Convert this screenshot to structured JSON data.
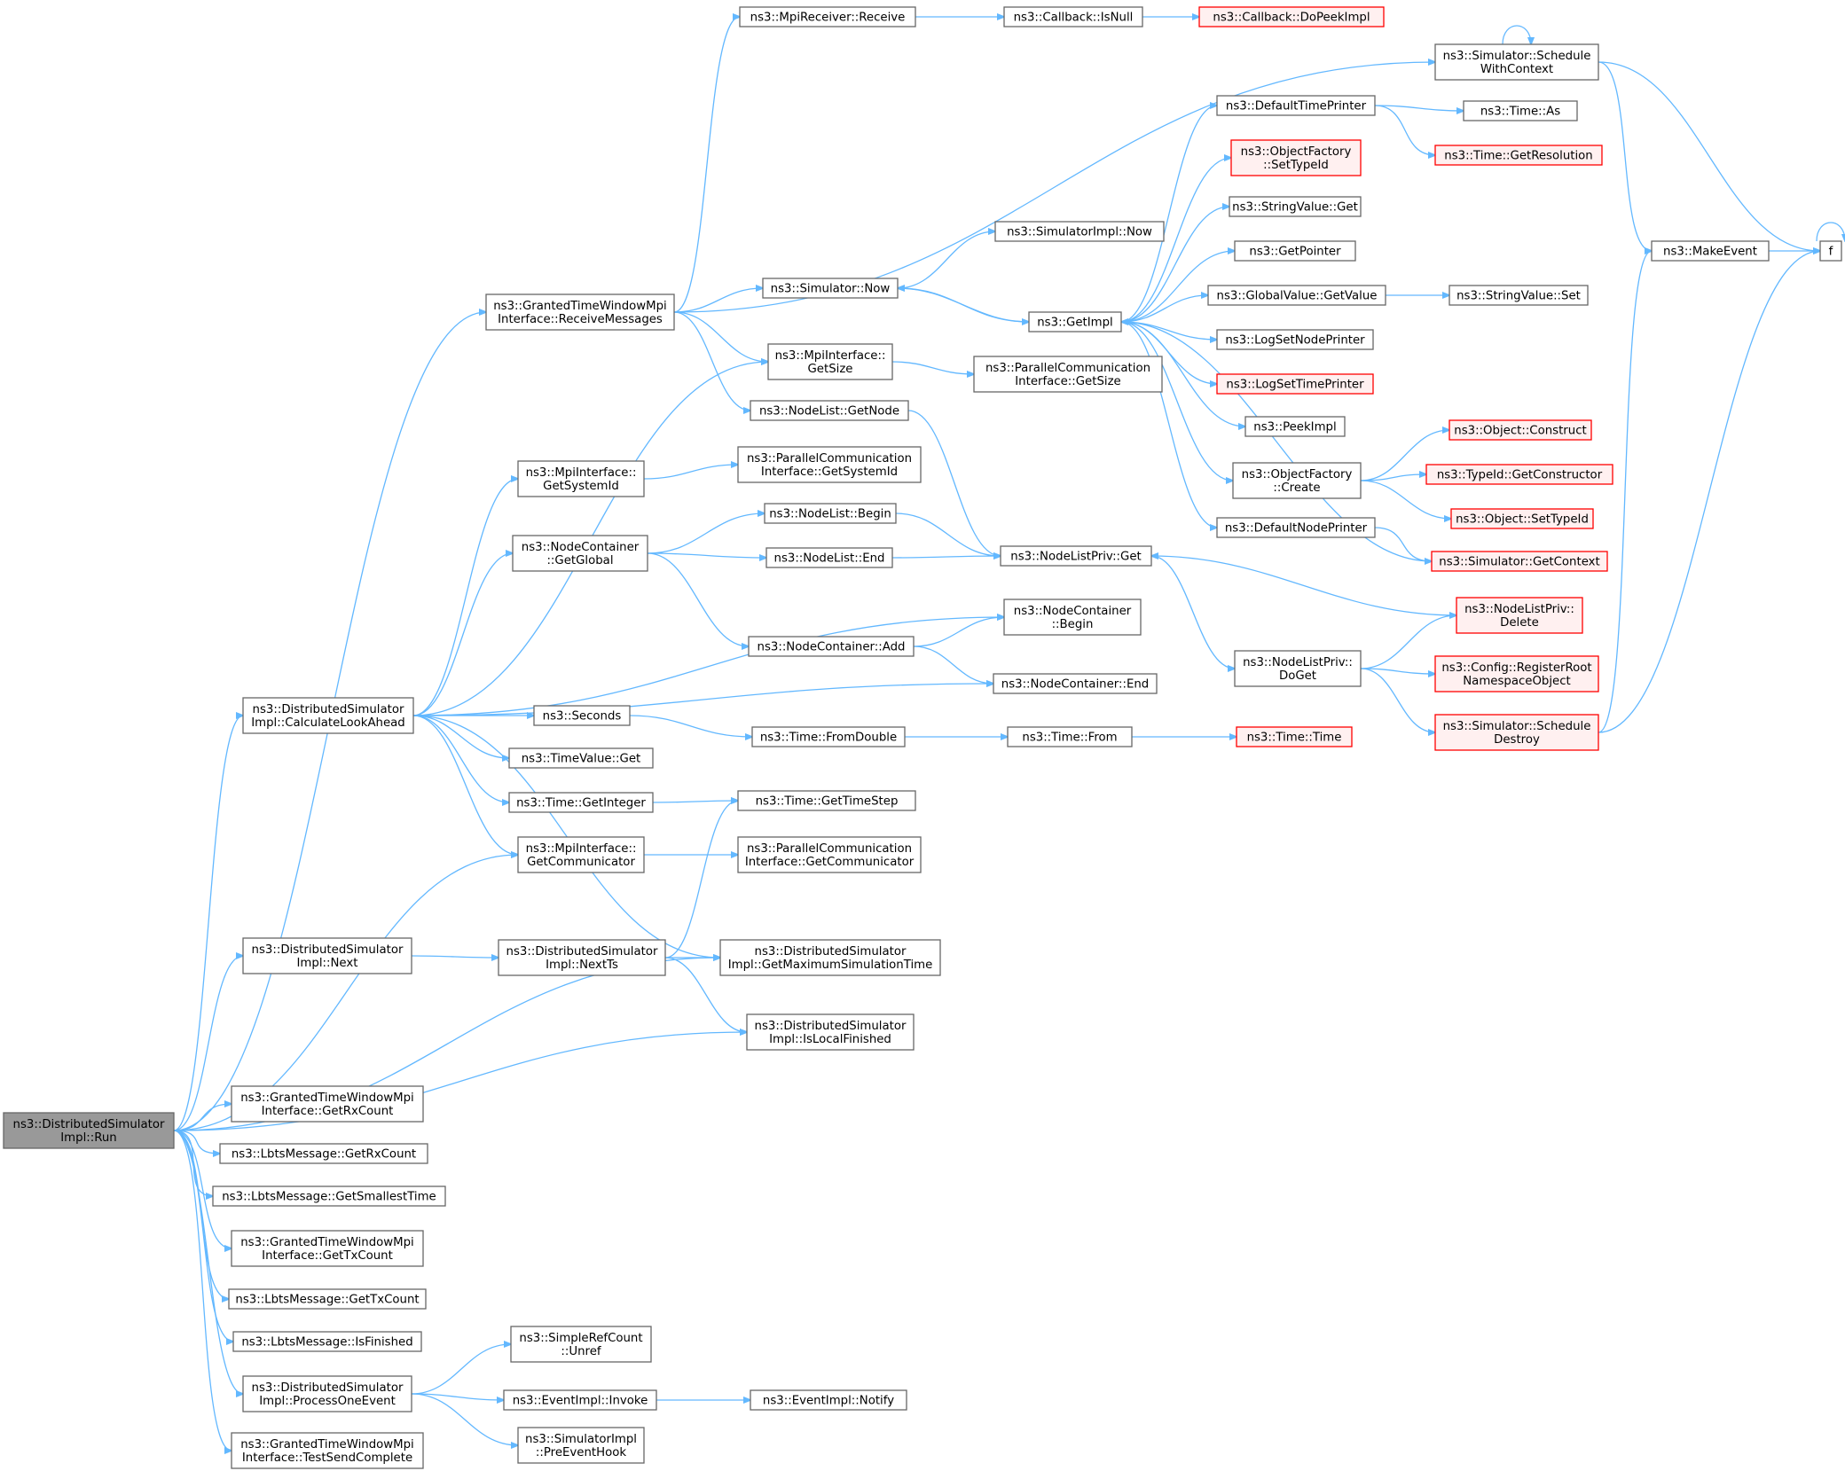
{
  "colors": {
    "edge": "#63b8ff",
    "node_border": "#666666",
    "node_fill": "#ffffff",
    "root_fill": "#999999",
    "root_border": "#666666",
    "undocumented_border": "#ff0000",
    "undocumented_fill": "#fff0f0",
    "text": "#000000"
  },
  "nodes": [
    {
      "id": "run",
      "lines": [
        "ns3::DistributedSimulator",
        "Impl::Run"
      ],
      "style": "root"
    },
    {
      "id": "recvmsgs",
      "lines": [
        "ns3::GrantedTimeWindowMpi",
        "Interface::ReceiveMessages"
      ],
      "style": "normal"
    },
    {
      "id": "calclook",
      "lines": [
        "ns3::DistributedSimulator",
        "Impl::CalculateLookAhead"
      ],
      "style": "normal"
    },
    {
      "id": "next",
      "lines": [
        "ns3::DistributedSimulator",
        "Impl::Next"
      ],
      "style": "normal"
    },
    {
      "id": "getrxcount_gtw",
      "lines": [
        "ns3::GrantedTimeWindowMpi",
        "Interface::GetRxCount"
      ],
      "style": "normal"
    },
    {
      "id": "lbts_getrx",
      "lines": [
        "ns3::LbtsMessage::GetRxCount"
      ],
      "style": "normal"
    },
    {
      "id": "lbts_smallest",
      "lines": [
        "ns3::LbtsMessage::GetSmallestTime"
      ],
      "style": "normal"
    },
    {
      "id": "gettxcount_gtw",
      "lines": [
        "ns3::GrantedTimeWindowMpi",
        "Interface::GetTxCount"
      ],
      "style": "normal"
    },
    {
      "id": "lbts_gettx",
      "lines": [
        "ns3::LbtsMessage::GetTxCount"
      ],
      "style": "normal"
    },
    {
      "id": "lbts_finished",
      "lines": [
        "ns3::LbtsMessage::IsFinished"
      ],
      "style": "normal"
    },
    {
      "id": "processone",
      "lines": [
        "ns3::DistributedSimulator",
        "Impl::ProcessOneEvent"
      ],
      "style": "normal"
    },
    {
      "id": "testsend",
      "lines": [
        "ns3::GrantedTimeWindowMpi",
        "Interface::TestSendComplete"
      ],
      "style": "normal"
    },
    {
      "id": "mpirecv",
      "lines": [
        "ns3::MpiReceiver::Receive"
      ],
      "style": "normal"
    },
    {
      "id": "cb_isnull",
      "lines": [
        "ns3::Callback::IsNull"
      ],
      "style": "normal"
    },
    {
      "id": "cb_dopeek",
      "lines": [
        "ns3::Callback::DoPeekImpl"
      ],
      "style": "undocumented"
    },
    {
      "id": "sched_ctx",
      "lines": [
        "ns3::Simulator::Schedule",
        "WithContext"
      ],
      "style": "normal"
    },
    {
      "id": "sim_now",
      "lines": [
        "ns3::Simulator::Now"
      ],
      "style": "normal"
    },
    {
      "id": "simimpl_now",
      "lines": [
        "ns3::SimulatorImpl::Now"
      ],
      "style": "normal"
    },
    {
      "id": "getimpl",
      "lines": [
        "ns3::GetImpl"
      ],
      "style": "normal"
    },
    {
      "id": "mpi_getsize",
      "lines": [
        "ns3::MpiInterface::",
        "GetSize"
      ],
      "style": "normal"
    },
    {
      "id": "pci_getsize",
      "lines": [
        "ns3::ParallelCommunication",
        "Interface::GetSize"
      ],
      "style": "normal"
    },
    {
      "id": "nl_getnode",
      "lines": [
        "ns3::NodeList::GetNode"
      ],
      "style": "normal"
    },
    {
      "id": "mpi_getsysid",
      "lines": [
        "ns3::MpiInterface::",
        "GetSystemId"
      ],
      "style": "normal"
    },
    {
      "id": "pci_getsysid",
      "lines": [
        "ns3::ParallelCommunication",
        "Interface::GetSystemId"
      ],
      "style": "normal"
    },
    {
      "id": "nc_getglobal",
      "lines": [
        "ns3::NodeContainer",
        "::GetGlobal"
      ],
      "style": "normal"
    },
    {
      "id": "nl_begin",
      "lines": [
        "ns3::NodeList::Begin"
      ],
      "style": "normal"
    },
    {
      "id": "nl_end",
      "lines": [
        "ns3::NodeList::End"
      ],
      "style": "normal"
    },
    {
      "id": "nlp_get",
      "lines": [
        "ns3::NodeListPriv::Get"
      ],
      "style": "normal"
    },
    {
      "id": "nc_add",
      "lines": [
        "ns3::NodeContainer::Add"
      ],
      "style": "normal"
    },
    {
      "id": "nc_begin",
      "lines": [
        "ns3::NodeContainer",
        "::Begin"
      ],
      "style": "normal"
    },
    {
      "id": "nc_end",
      "lines": [
        "ns3::NodeContainer::End"
      ],
      "style": "normal"
    },
    {
      "id": "seconds",
      "lines": [
        "ns3::Seconds"
      ],
      "style": "normal"
    },
    {
      "id": "time_fromdouble",
      "lines": [
        "ns3::Time::FromDouble"
      ],
      "style": "normal"
    },
    {
      "id": "time_from",
      "lines": [
        "ns3::Time::From"
      ],
      "style": "normal"
    },
    {
      "id": "time_time",
      "lines": [
        "ns3::Time::Time"
      ],
      "style": "undocumented"
    },
    {
      "id": "tv_get",
      "lines": [
        "ns3::TimeValue::Get"
      ],
      "style": "normal"
    },
    {
      "id": "time_getint",
      "lines": [
        "ns3::Time::GetInteger"
      ],
      "style": "normal"
    },
    {
      "id": "time_getstep",
      "lines": [
        "ns3::Time::GetTimeStep"
      ],
      "style": "normal"
    },
    {
      "id": "mpi_getcomm",
      "lines": [
        "ns3::MpiInterface::",
        "GetCommunicator"
      ],
      "style": "normal"
    },
    {
      "id": "pci_getcomm",
      "lines": [
        "ns3::ParallelCommunication",
        "Interface::GetCommunicator"
      ],
      "style": "normal"
    },
    {
      "id": "nextts",
      "lines": [
        "ns3::DistributedSimulator",
        "Impl::NextTs"
      ],
      "style": "normal"
    },
    {
      "id": "getmaxsim",
      "lines": [
        "ns3::DistributedSimulator",
        "Impl::GetMaximumSimulationTime"
      ],
      "style": "normal"
    },
    {
      "id": "islocalfin",
      "lines": [
        "ns3::DistributedSimulator",
        "Impl::IsLocalFinished"
      ],
      "style": "normal"
    },
    {
      "id": "src_unref",
      "lines": [
        "ns3::SimpleRefCount",
        "::Unref"
      ],
      "style": "normal"
    },
    {
      "id": "ev_invoke",
      "lines": [
        "ns3::EventImpl::Invoke"
      ],
      "style": "normal"
    },
    {
      "id": "ev_notify",
      "lines": [
        "ns3::EventImpl::Notify"
      ],
      "style": "normal"
    },
    {
      "id": "preevent",
      "lines": [
        "ns3::SimulatorImpl",
        "::PreEventHook"
      ],
      "style": "normal"
    },
    {
      "id": "defaulttimeprinter",
      "lines": [
        "ns3::DefaultTimePrinter"
      ],
      "style": "normal"
    },
    {
      "id": "time_as",
      "lines": [
        "ns3::Time::As"
      ],
      "style": "normal"
    },
    {
      "id": "time_getres",
      "lines": [
        "ns3::Time::GetResolution"
      ],
      "style": "undocumented"
    },
    {
      "id": "of_settypeid",
      "lines": [
        "ns3::ObjectFactory",
        "::SetTypeId"
      ],
      "style": "undocumented"
    },
    {
      "id": "sv_get",
      "lines": [
        "ns3::StringValue::Get"
      ],
      "style": "normal"
    },
    {
      "id": "getpointer",
      "lines": [
        "ns3::GetPointer"
      ],
      "style": "normal"
    },
    {
      "id": "gv_getvalue",
      "lines": [
        "ns3::GlobalValue::GetValue"
      ],
      "style": "normal"
    },
    {
      "id": "sv_set",
      "lines": [
        "ns3::StringValue::Set"
      ],
      "style": "normal"
    },
    {
      "id": "logsetnodeprinter",
      "lines": [
        "ns3::LogSetNodePrinter"
      ],
      "style": "normal"
    },
    {
      "id": "logsettimeprinter",
      "lines": [
        "ns3::LogSetTimePrinter"
      ],
      "style": "undocumented"
    },
    {
      "id": "peekimpl",
      "lines": [
        "ns3::PeekImpl"
      ],
      "style": "normal"
    },
    {
      "id": "of_create",
      "lines": [
        "ns3::ObjectFactory",
        "::Create"
      ],
      "style": "normal"
    },
    {
      "id": "obj_construct",
      "lines": [
        "ns3::Object::Construct"
      ],
      "style": "undocumented"
    },
    {
      "id": "typeid_getctor",
      "lines": [
        "ns3::TypeId::GetConstructor"
      ],
      "style": "undocumented"
    },
    {
      "id": "obj_settypeid",
      "lines": [
        "ns3::Object::SetTypeId"
      ],
      "style": "undocumented"
    },
    {
      "id": "defaultnodeprinter",
      "lines": [
        "ns3::DefaultNodePrinter"
      ],
      "style": "normal"
    },
    {
      "id": "sim_getcontext",
      "lines": [
        "ns3::Simulator::GetContext"
      ],
      "style": "undocumented"
    },
    {
      "id": "nlp_delete",
      "lines": [
        "ns3::NodeListPriv::",
        "Delete"
      ],
      "style": "undocumented"
    },
    {
      "id": "nlp_doget",
      "lines": [
        "ns3::NodeListPriv::",
        "DoGet"
      ],
      "style": "normal"
    },
    {
      "id": "cfg_regroot",
      "lines": [
        "ns3::Config::RegisterRoot",
        "NamespaceObject"
      ],
      "style": "undocumented"
    },
    {
      "id": "sched_destroy",
      "lines": [
        "ns3::Simulator::Schedule",
        "Destroy"
      ],
      "style": "undocumented"
    },
    {
      "id": "makeevent",
      "lines": [
        "ns3::MakeEvent"
      ],
      "style": "normal"
    },
    {
      "id": "f",
      "lines": [
        "f"
      ],
      "style": "normal"
    }
  ],
  "edges": [
    [
      "run",
      "recvmsgs"
    ],
    [
      "run",
      "calclook"
    ],
    [
      "run",
      "mpi_getcomm"
    ],
    [
      "run",
      "next"
    ],
    [
      "run",
      "getmaxsim"
    ],
    [
      "run",
      "islocalfin"
    ],
    [
      "run",
      "getrxcount_gtw"
    ],
    [
      "run",
      "lbts_getrx"
    ],
    [
      "run",
      "lbts_smallest"
    ],
    [
      "run",
      "gettxcount_gtw"
    ],
    [
      "run",
      "lbts_gettx"
    ],
    [
      "run",
      "lbts_finished"
    ],
    [
      "run",
      "processone"
    ],
    [
      "run",
      "testsend"
    ],
    [
      "recvmsgs",
      "mpirecv"
    ],
    [
      "recvmsgs",
      "sched_ctx"
    ],
    [
      "recvmsgs",
      "sim_now"
    ],
    [
      "recvmsgs",
      "mpi_getsize"
    ],
    [
      "recvmsgs",
      "nl_getnode"
    ],
    [
      "mpirecv",
      "cb_isnull"
    ],
    [
      "cb_isnull",
      "cb_dopeek"
    ],
    [
      "sim_now",
      "simimpl_now"
    ],
    [
      "sim_now",
      "getimpl"
    ],
    [
      "calclook",
      "mpi_getsize"
    ],
    [
      "calclook",
      "mpi_getsysid"
    ],
    [
      "calclook",
      "nc_getglobal"
    ],
    [
      "calclook",
      "nc_begin"
    ],
    [
      "calclook",
      "nc_end"
    ],
    [
      "calclook",
      "seconds"
    ],
    [
      "calclook",
      "tv_get"
    ],
    [
      "calclook",
      "time_getint"
    ],
    [
      "calclook",
      "mpi_getcomm"
    ],
    [
      "calclook",
      "getmaxsim"
    ],
    [
      "mpi_getsize",
      "pci_getsize"
    ],
    [
      "mpi_getsysid",
      "pci_getsysid"
    ],
    [
      "mpi_getcomm",
      "pci_getcomm"
    ],
    [
      "nl_getnode",
      "nlp_get"
    ],
    [
      "nc_getglobal",
      "nl_begin"
    ],
    [
      "nc_getglobal",
      "nl_end"
    ],
    [
      "nc_getglobal",
      "nc_add"
    ],
    [
      "nl_begin",
      "nlp_get"
    ],
    [
      "nl_end",
      "nlp_get"
    ],
    [
      "nc_add",
      "nc_begin"
    ],
    [
      "nc_add",
      "nc_end"
    ],
    [
      "seconds",
      "time_fromdouble"
    ],
    [
      "time_fromdouble",
      "time_from"
    ],
    [
      "time_from",
      "time_time"
    ],
    [
      "time_getint",
      "time_getstep"
    ],
    [
      "next",
      "nextts"
    ],
    [
      "nextts",
      "getmaxsim"
    ],
    [
      "nextts",
      "islocalfin"
    ],
    [
      "nextts",
      "time_getstep"
    ],
    [
      "processone",
      "src_unref"
    ],
    [
      "processone",
      "ev_invoke"
    ],
    [
      "processone",
      "preevent"
    ],
    [
      "ev_invoke",
      "ev_notify"
    ],
    [
      "getimpl",
      "defaulttimeprinter"
    ],
    [
      "getimpl",
      "of_settypeid"
    ],
    [
      "getimpl",
      "sv_get"
    ],
    [
      "getimpl",
      "getpointer"
    ],
    [
      "getimpl",
      "gv_getvalue"
    ],
    [
      "getimpl",
      "logsetnodeprinter"
    ],
    [
      "getimpl",
      "logsettimeprinter"
    ],
    [
      "getimpl",
      "peekimpl"
    ],
    [
      "getimpl",
      "of_create"
    ],
    [
      "getimpl",
      "defaultnodeprinter"
    ],
    [
      "getimpl",
      "sim_now"
    ],
    [
      "defaulttimeprinter",
      "time_as"
    ],
    [
      "defaulttimeprinter",
      "time_getres"
    ],
    [
      "gv_getvalue",
      "sv_set"
    ],
    [
      "of_create",
      "obj_construct"
    ],
    [
      "of_create",
      "typeid_getctor"
    ],
    [
      "of_create",
      "obj_settypeid"
    ],
    [
      "defaultnodeprinter",
      "sim_getcontext"
    ],
    [
      "sim_getcontext",
      "getimpl"
    ],
    [
      "nlp_get",
      "nlp_doget"
    ],
    [
      "nlp_doget",
      "nlp_delete"
    ],
    [
      "nlp_doget",
      "cfg_regroot"
    ],
    [
      "nlp_doget",
      "sched_destroy"
    ],
    [
      "nlp_delete",
      "nlp_get"
    ],
    [
      "sched_ctx",
      "sched_ctx"
    ],
    [
      "sched_ctx",
      "makeevent"
    ],
    [
      "sched_ctx",
      "f"
    ],
    [
      "sched_destroy",
      "makeevent"
    ],
    [
      "sched_destroy",
      "f"
    ],
    [
      "makeevent",
      "f"
    ],
    [
      "f",
      "f"
    ]
  ]
}
